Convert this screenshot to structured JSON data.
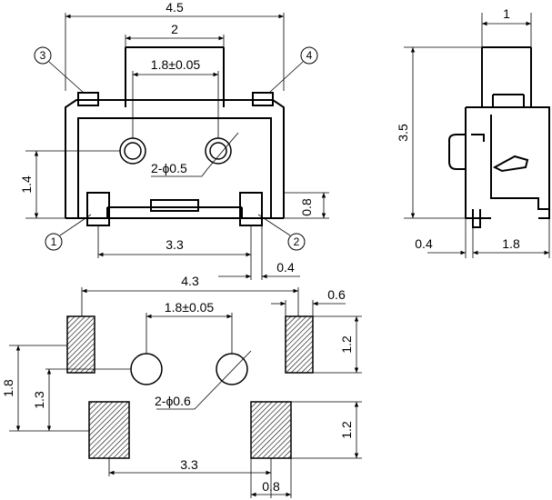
{
  "top_view": {
    "dims": {
      "overall_width": "4.5",
      "stem_width": "2",
      "hole_pitch": "1.8±0.05",
      "hole_dia": "2-ϕ0.5",
      "height_left": "1.4",
      "foot_height": "0.8",
      "pad_pitch": "3.3",
      "pad_width": "0.4"
    },
    "callouts": [
      "3",
      "4",
      "1",
      "2"
    ]
  },
  "side_view": {
    "dims": {
      "stem_width": "1",
      "height": "3.5",
      "offset_left": "0.4",
      "base_width": "1.8"
    }
  },
  "footprint": {
    "dims": {
      "overall_width": "4.3",
      "pad_width": "0.6",
      "hole_pitch": "1.8±0.05",
      "pad_height_top": "1.2",
      "outer_height": "1.8",
      "inner_height": "1.3",
      "hole_dia": "2-ϕ0.6",
      "pad_height_bottom": "1.2",
      "pad_pitch": "3.3",
      "pad_width_bottom": "0.8"
    }
  }
}
